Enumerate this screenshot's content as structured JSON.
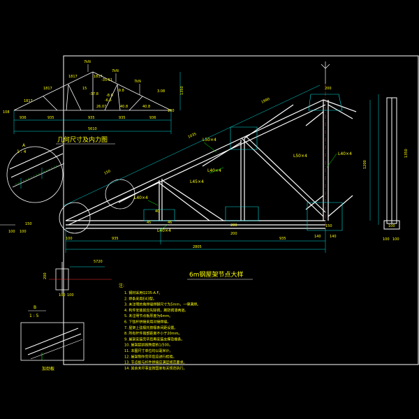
{
  "colors": {
    "background": "#000000",
    "frame": "#ffffff",
    "member": "#ffffff",
    "dimension": "#00e0e0",
    "label": "#ffff00",
    "accent_red": "#ff3030",
    "callout": "#00ff00"
  },
  "titles": {
    "geometry": "几何尺寸及内力图",
    "main": "6m钢屋架节点大样"
  },
  "geometry_diagram": {
    "top_lengths": [
      "1817",
      "1817",
      "1817",
      "1817"
    ],
    "bottom_lengths": [
      "936",
      "935",
      "935",
      "935",
      "936"
    ],
    "total_span": "5610",
    "forces": [
      "-37.8",
      "-35.51",
      "-9.8",
      "-8.6",
      "-6.5",
      "26.07",
      "40.8",
      "40.8",
      "3.08"
    ],
    "loads": [
      "7kN",
      "7kN",
      "7kN"
    ],
    "side_dims": [
      "1350",
      "100",
      "108"
    ],
    "vertical_force": "15"
  },
  "detail_a": {
    "mark": "A",
    "scale": "1 : 4"
  },
  "detail_b": {
    "mark": "B",
    "scale": "1 : 5",
    "label": "加劲板"
  },
  "main_truss": {
    "member_labels": [
      "L50×4",
      "L40×4",
      "L40×4",
      "L40×4",
      "L45×4",
      "L50×4",
      "L40×4"
    ],
    "top_dims": [
      "1990",
      "1035",
      "150",
      "200"
    ],
    "bottom_dims": [
      "935",
      "935",
      "2805"
    ],
    "height_dims": [
      "1200",
      "1350"
    ],
    "support_dims": [
      "100",
      "150",
      "100",
      "100",
      "140",
      "140",
      "150",
      "100",
      "100",
      "100"
    ],
    "misc_dims": [
      "45",
      "46",
      "40",
      "280",
      "200",
      "5720"
    ]
  },
  "notes": {
    "heading": "注:",
    "items": [
      "1. 钢材采用Q235-A.F。",
      "2. 焊条采用E43型。",
      "3. 未注明的角焊缝焊脚尺寸为5mm，一律满焊。",
      "4. 构件安装前应先除锈，刷防锈漆两道。",
      "5. 未注明节点板厚度为6mm。",
      "6. 下弦杆拼接采用对接焊缝。",
      "7. 屋架上弦檩托按檩条间距设置。",
      "8. 所有杆件端部距离不小于20mm。",
      "9. 屋架安装完毕后再安装支撑及檩条。",
      "10. 屋架起拱按跨度的1/500。",
      "11. 本图尺寸单位均以毫米计。",
      "12. 屋架制作完毕后应进行检验。",
      "13. 节点板与杆件焊接应满足规范要求。",
      "14. 其余未尽事宜按国家有关规范执行。"
    ]
  }
}
